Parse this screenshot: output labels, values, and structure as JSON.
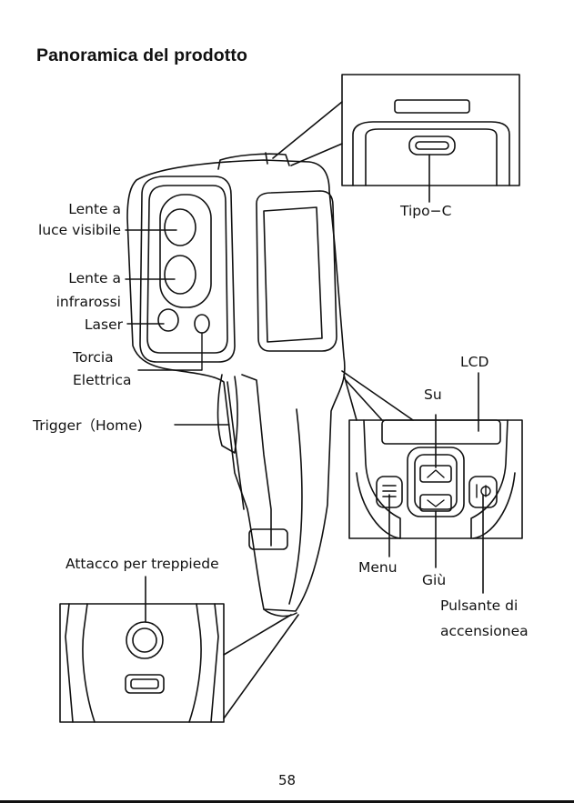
{
  "title": "Panoramica del prodotto",
  "labels": {
    "visible_lens_1": "Lente a",
    "visible_lens_2": "luce visibile",
    "ir_lens_1": "Lente a",
    "ir_lens_2": "infrarossi",
    "laser": "Laser",
    "torch_1": "Torcia",
    "torch_2": "Elettrica",
    "trigger": "Trigger（Home)",
    "tripod": "Attacco per treppiede",
    "usb": "Tipo−C",
    "lcd": "LCD",
    "up": "Su",
    "menu": "Menu",
    "down": "Giù",
    "power_1": "Pulsante di",
    "power_2": "accensionea"
  },
  "page_number": "58"
}
